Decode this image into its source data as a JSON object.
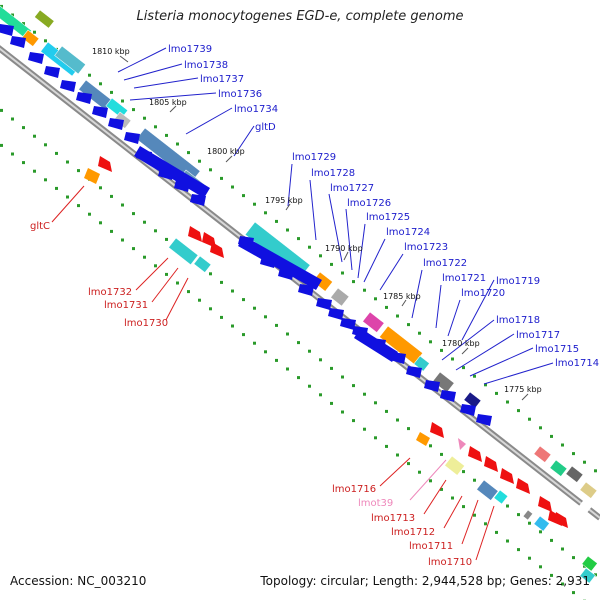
{
  "title": "Listeria monocytogenes EGD-e, complete genome",
  "footer": {
    "accession": "Accession: NC_003210",
    "summary": "Topology: circular; Length: 2,944,528 bp; Genes: 2,931"
  },
  "ticks": [
    "1810 kbp",
    "1805 kbp",
    "1800 kbp",
    "1795 kbp",
    "1790 kbp",
    "1785 kbp",
    "1780 kbp",
    "1775 kbp"
  ],
  "blue_labels": [
    "lmo1739",
    "lmo1738",
    "lmo1737",
    "lmo1736",
    "lmo1734",
    "gltD",
    "lmo1729",
    "lmo1728",
    "lmo1727",
    "lmo1726",
    "lmo1725",
    "lmo1724",
    "lmo1723",
    "lmo1722",
    "lmo1721",
    "lmo1720",
    "lmo1719",
    "lmo1718",
    "lmo1717",
    "lmo1715",
    "lmo1714"
  ],
  "red_labels": [
    "gltC",
    "lmo1732",
    "lmo1731",
    "lmo1730",
    "lmo1716",
    "lmot39",
    "lmo1713",
    "lmo1712",
    "lmo1711",
    "lmo1710"
  ],
  "colors": {
    "blue_label": "#1c1ccc",
    "red_label": "#cc2020",
    "pink_label": "#ee88bb",
    "forward_gene": "#1010e0",
    "reverse_gene": "#ee1111",
    "backbone": "#888888",
    "tick": "#2a9a2a"
  }
}
